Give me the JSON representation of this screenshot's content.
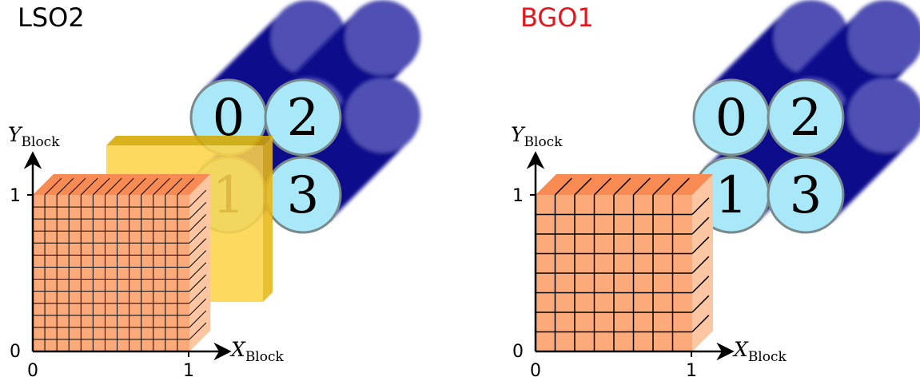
{
  "panels": [
    {
      "id": "lso2",
      "title": "LSO2",
      "title_color": "#000000",
      "pmt_labels": [
        "0",
        "2",
        "1",
        "3"
      ],
      "crystal_grid": [
        13,
        13
      ],
      "x_axis": {
        "symbol": "X",
        "subscript": "Block",
        "ticks": [
          "0",
          "1"
        ]
      },
      "y_axis": {
        "symbol": "Y",
        "subscript": "Block",
        "ticks": [
          "0",
          "1"
        ]
      }
    },
    {
      "id": "bgo1",
      "title": "BGO1",
      "title_color": "#e8141c",
      "pmt_labels": [
        "0",
        "2",
        "1",
        "3"
      ],
      "crystal_grid": [
        8,
        8
      ],
      "x_axis": {
        "symbol": "X",
        "subscript": "Block",
        "ticks": [
          "0",
          "1"
        ]
      },
      "y_axis": {
        "symbol": "Y",
        "subscript": "Block",
        "ticks": [
          "0",
          "1"
        ]
      }
    }
  ],
  "colors": {
    "pmt_body": "#0c0c8c",
    "pmt_face": "#a8e8f8",
    "lightguide": "#f4cc30",
    "crystal_front": "#fcaa7a",
    "crystal_top": "#f88a54",
    "crystal_side": "#fcc6a2"
  }
}
